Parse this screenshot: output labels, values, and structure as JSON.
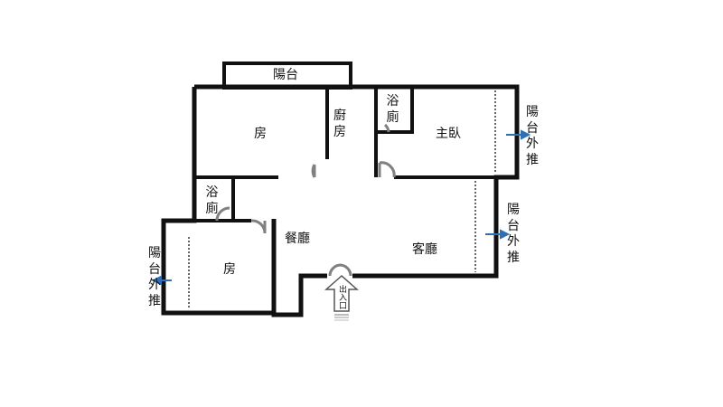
{
  "labels": {
    "top_balcony": "陽台",
    "room_upper_left": "房",
    "kitchen": "廚房",
    "bath_upper": "浴廁",
    "master_bedroom": "主臥",
    "balcony_right_upper": "陽台外推",
    "bath_left": "浴廁",
    "dining_room": "餐廳",
    "living_room": "客廳",
    "balcony_right_lower": "陽台外推",
    "balcony_left": "陽台外推",
    "room_lower_left": "房",
    "entrance": "出入口"
  },
  "colors": {
    "wall": "#111111",
    "door": "#808080",
    "arrow": "#2f6fb3"
  }
}
